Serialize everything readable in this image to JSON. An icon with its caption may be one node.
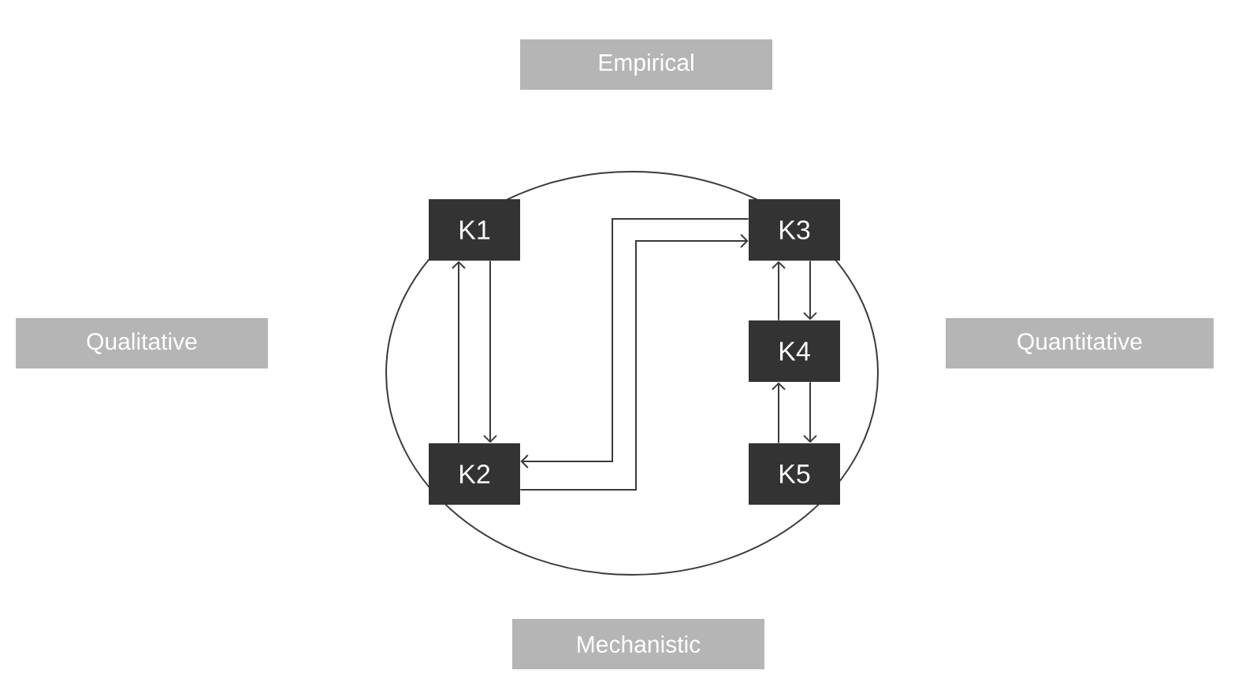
{
  "diagram": {
    "nodes": [
      {
        "text": [
          "Empirical"
        ]
      },
      {
        "text": [
          "Qualitative"
        ]
      },
      {
        "text": [
          "Quantitative"
        ]
      },
      {
        "text": [
          "K1"
        ]
      },
      {
        "text": [
          "K2"
        ]
      },
      {
        "text": [
          "K3"
        ]
      },
      {
        "text": [
          "K4"
        ]
      },
      {
        "text": [
          "K5"
        ]
      },
      {
        "text": [
          "Mechanistic"
        ]
      }
    ],
    "edges": [
      {
        "from": 3,
        "to": 4,
        "arrow": "to"
      },
      {
        "from": 4,
        "to": 3,
        "arrow": "to"
      },
      {
        "from": 5,
        "to": 4,
        "arrow": "to"
      },
      {
        "from": 4,
        "to": 5,
        "arrow": "to"
      },
      {
        "from": 5,
        "to": 6,
        "arrow": "to"
      },
      {
        "from": 6,
        "to": 5,
        "arrow": "to"
      },
      {
        "from": 6,
        "to": 7,
        "arrow": "to"
      },
      {
        "from": 7,
        "to": 6,
        "arrow": "to"
      }
    ]
  }
}
